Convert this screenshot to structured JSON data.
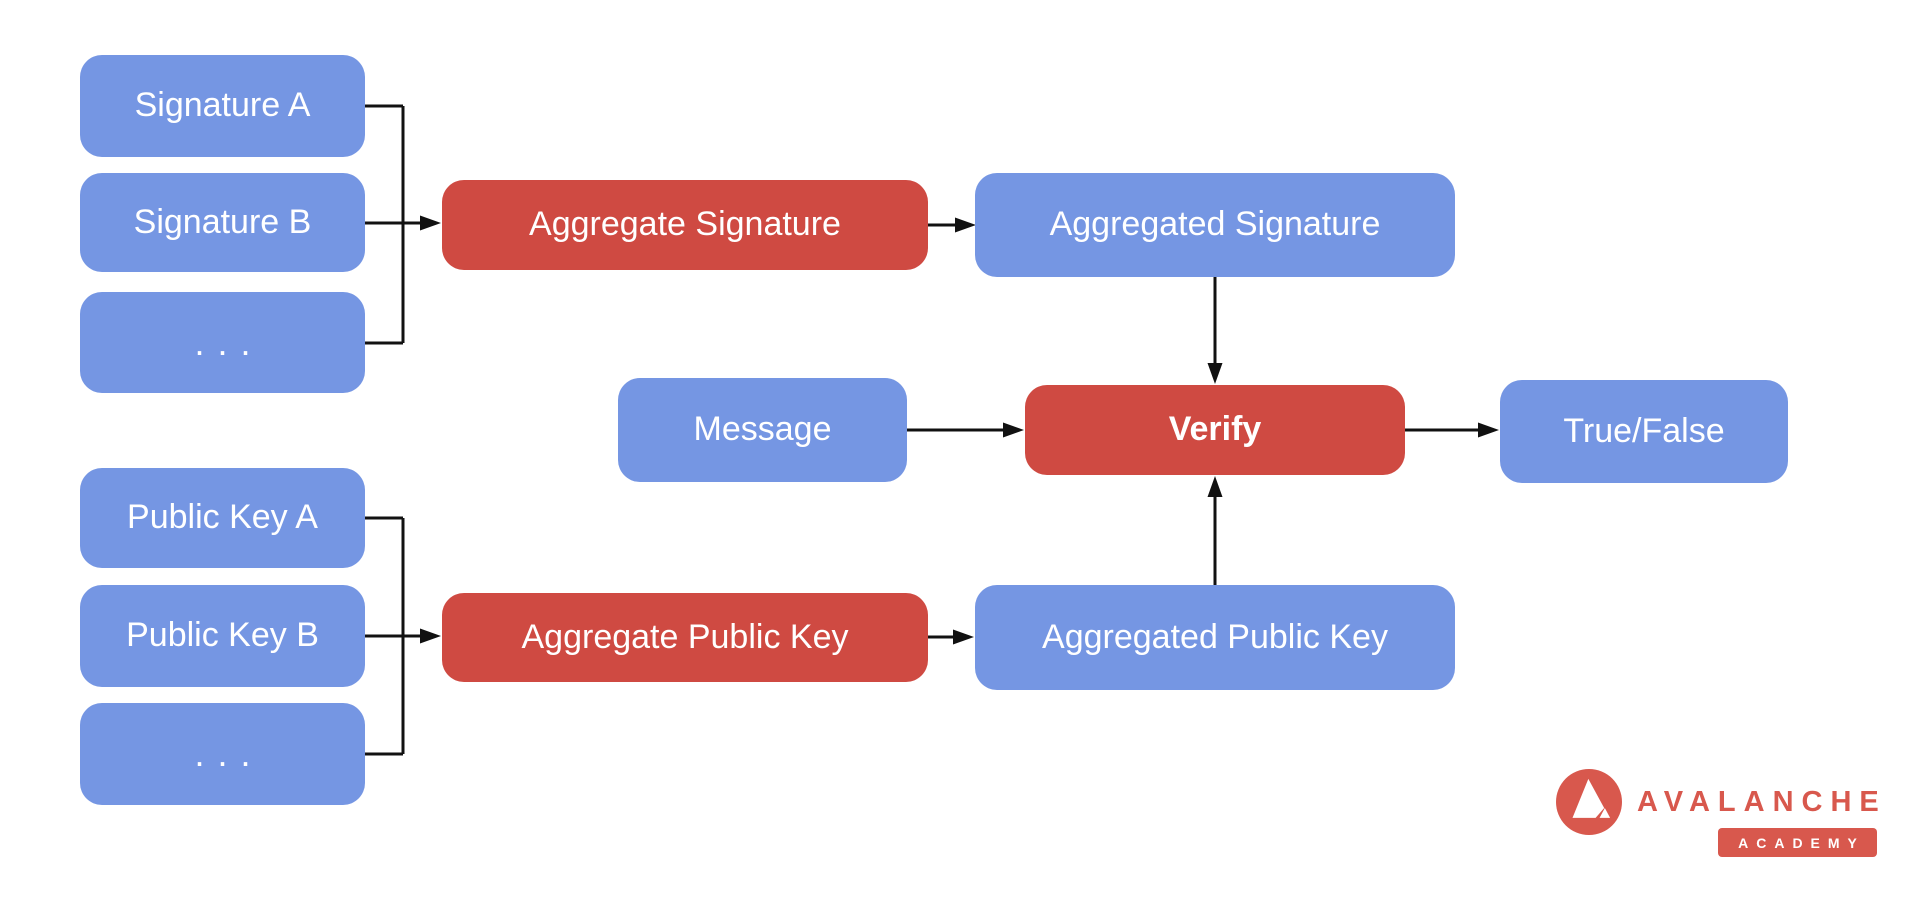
{
  "diagram": {
    "colors": {
      "background": "#FFFFFF",
      "node-blue": "#7596E3",
      "node-red": "#CF4A42",
      "logo-red": "#D8584D",
      "arrow-black": "#111111",
      "label-white": "#FFFFFF"
    },
    "nodes": {
      "sig_a": {
        "label": "Signature A"
      },
      "sig_b": {
        "label": "Signature B"
      },
      "sig_more": {
        "label": "..."
      },
      "agg_sig": {
        "label": "Aggregate Signature"
      },
      "aggd_sig": {
        "label": "Aggregated Signature"
      },
      "message": {
        "label": "Message"
      },
      "verify": {
        "label": "Verify"
      },
      "true_false": {
        "label": "True/False"
      },
      "pk_a": {
        "label": "Public Key A"
      },
      "pk_b": {
        "label": "Public Key B"
      },
      "pk_more": {
        "label": "..."
      },
      "agg_pk": {
        "label": "Aggregate Public Key"
      },
      "aggd_pk": {
        "label": "Aggregated Public Key"
      }
    },
    "edges": [
      {
        "from": "Signature A",
        "to": "Aggregate Signature"
      },
      {
        "from": "Signature B",
        "to": "Aggregate Signature"
      },
      {
        "from": "... (signatures)",
        "to": "Aggregate Signature"
      },
      {
        "from": "Aggregate Signature",
        "to": "Aggregated Signature"
      },
      {
        "from": "Aggregated Signature",
        "to": "Verify"
      },
      {
        "from": "Message",
        "to": "Verify"
      },
      {
        "from": "Public Key A",
        "to": "Aggregate Public Key"
      },
      {
        "from": "Public Key B",
        "to": "Aggregate Public Key"
      },
      {
        "from": "... (public keys)",
        "to": "Aggregate Public Key"
      },
      {
        "from": "Aggregate Public Key",
        "to": "Aggregated Public Key"
      },
      {
        "from": "Aggregated Public Key",
        "to": "Verify"
      },
      {
        "from": "Verify",
        "to": "True/False"
      }
    ],
    "logo": {
      "brand": "AVALANCHE",
      "badge": "ACADEMY"
    }
  }
}
